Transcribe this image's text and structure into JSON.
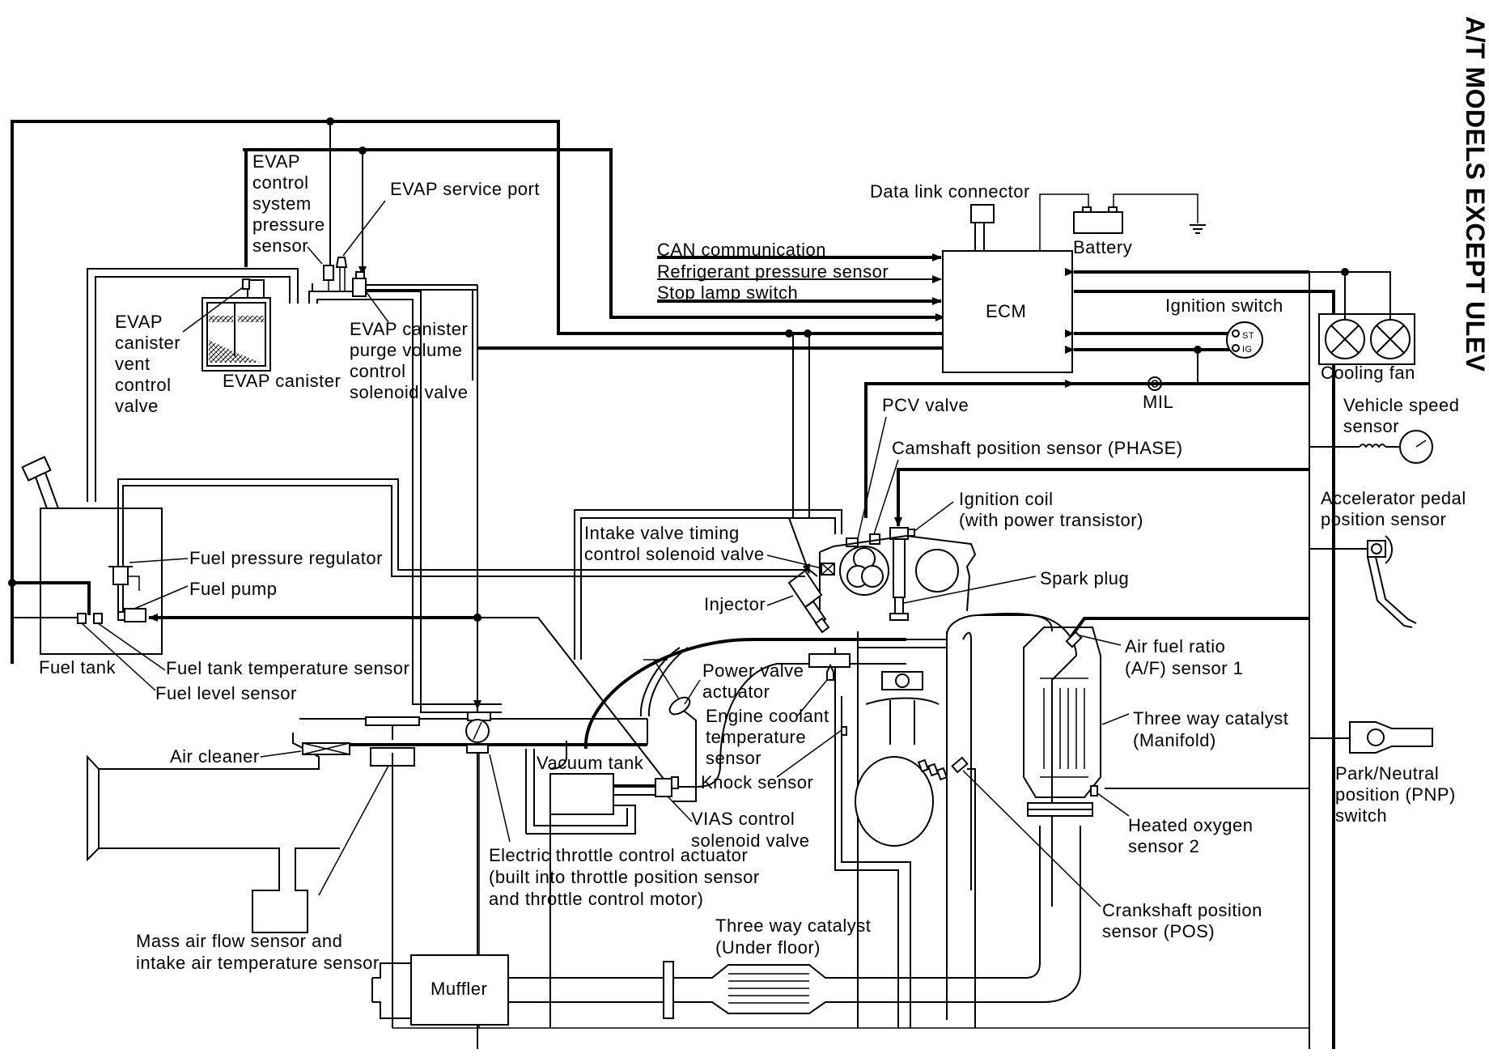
{
  "title": "A/T MODELS EXCEPT ULEV",
  "colors": {
    "line": "#000000",
    "background": "#ffffff"
  },
  "labels": {
    "evap_pressure_sensor": [
      "EVAP",
      "control",
      "system",
      "pressure",
      "sensor"
    ],
    "evap_service_port": "EVAP service port",
    "evap_vent_valve": [
      "EVAP",
      "canister",
      "vent",
      "control",
      "valve"
    ],
    "evap_canister": "EVAP canister",
    "evap_purge_valve": [
      "EVAP canister",
      "purge volume",
      "control",
      "solenoid valve"
    ],
    "data_link_connector": "Data link connector",
    "battery": "Battery",
    "can_communication": "CAN communication",
    "refrigerant_pressure_sensor": "Refrigerant pressure sensor",
    "stop_lamp_switch": "Stop lamp switch",
    "ecm": "ECM",
    "ignition_switch": "Ignition switch",
    "ignition_switch_st": "ST",
    "ignition_switch_ig": "IG",
    "mil": "MIL",
    "cooling_fan": "Cooling fan",
    "vehicle_speed_sensor": [
      "Vehicle speed",
      "sensor"
    ],
    "pcv_valve": "PCV valve",
    "camshaft_sensor": "Camshaft position sensor (PHASE)",
    "ignition_coil": [
      "Ignition coil",
      "(with power transistor)"
    ],
    "accelerator_sensor": [
      "Accelerator pedal",
      "position sensor"
    ],
    "intake_valve_timing": [
      "Intake valve timing",
      "control solenoid valve"
    ],
    "spark_plug": "Spark plug",
    "fuel_pressure_regulator": "Fuel pressure regulator",
    "fuel_pump": "Fuel pump",
    "injector": "Injector",
    "fuel_tank": "Fuel tank",
    "fuel_tank_temp_sensor": "Fuel tank temperature sensor",
    "fuel_level_sensor": "Fuel level sensor",
    "power_valve_actuator": [
      "Power valve",
      "actuator"
    ],
    "air_fuel_ratio_sensor": [
      "Air fuel ratio",
      "(A/F) sensor 1"
    ],
    "engine_coolant_sensor": [
      "Engine coolant",
      "temperature",
      "sensor"
    ],
    "three_way_catalyst_manifold": [
      "Three way catalyst",
      "(Manifold)"
    ],
    "air_cleaner": "Air cleaner",
    "vacuum_tank": "Vacuum tank",
    "knock_sensor": "Knock sensor",
    "park_neutral_switch": [
      "Park/Neutral",
      "position (PNP)",
      "switch"
    ],
    "vias_valve": [
      "VIAS control",
      "solenoid valve"
    ],
    "heated_oxygen_sensor": [
      "Heated oxygen",
      "sensor 2"
    ],
    "electric_throttle": [
      "Electric throttle control actuator",
      "(built into throttle position sensor",
      "and throttle control motor)"
    ],
    "crankshaft_sensor": [
      "Crankshaft position",
      "sensor (POS)"
    ],
    "maf_sensor": [
      "Mass air flow sensor and",
      "intake air temperature sensor"
    ],
    "three_way_catalyst_underfloor": [
      "Three way catalyst",
      "(Under floor)"
    ],
    "muffler": "Muffler"
  }
}
